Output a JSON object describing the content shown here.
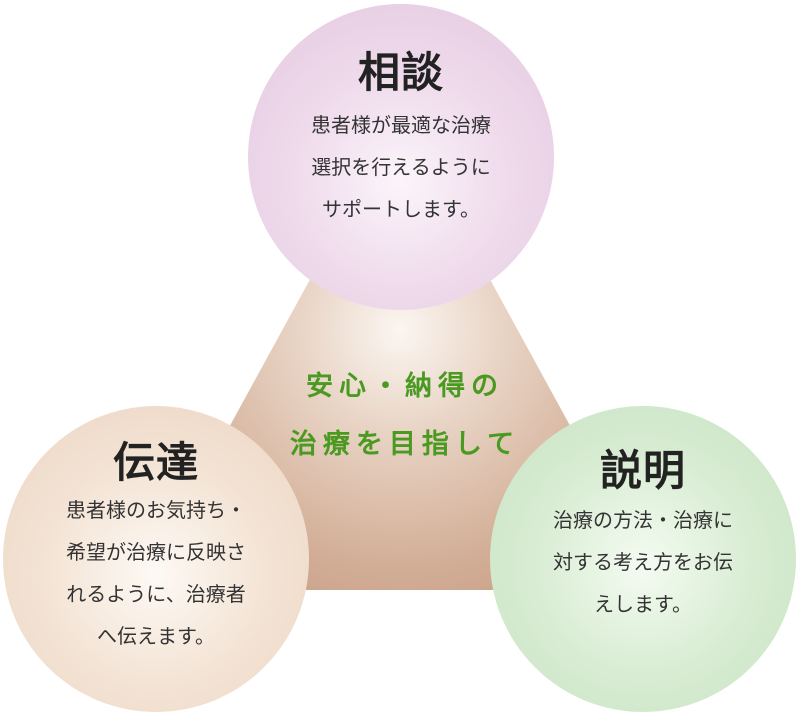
{
  "center": {
    "line1": "安心・納得の",
    "line2": "治療を目指して",
    "color": "#4a9a22"
  },
  "circles": [
    {
      "id": "consultation",
      "title": "相談",
      "lines": [
        "患者様が最適な治療",
        "選択を行えるように",
        "サポートします。"
      ],
      "color": "#e3c7df"
    },
    {
      "id": "communication",
      "title": "伝達",
      "lines": [
        "患者様のお気持ち・",
        "希望が治療に反映さ",
        "れるように、治療者",
        "へ伝えます。"
      ],
      "color": "#ebd4c2"
    },
    {
      "id": "explanation",
      "title": "説明",
      "lines": [
        "治療の方法・治療に",
        "対する考え方をお伝",
        "えします。"
      ],
      "color": "#c6e3c1"
    }
  ],
  "triangle": {
    "color_light": "#f5ede7",
    "color_dark": "#cda78e"
  }
}
